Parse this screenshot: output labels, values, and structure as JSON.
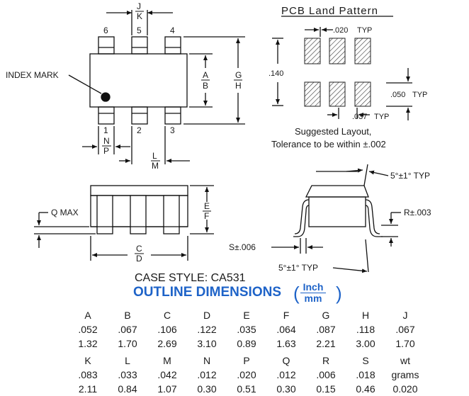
{
  "pcb": {
    "title": "PCB Land Pattern",
    "dim_020": ".020",
    "typ": "TYP",
    "dim_140": ".140",
    "dim_050": ".050",
    "dim_037": ".037",
    "caption_line1": "Suggested Layout,",
    "caption_line2": "Tolerance to be within ±.002"
  },
  "top_view": {
    "index_mark": "INDEX MARK",
    "pins_top": [
      "6",
      "5",
      "4"
    ],
    "pins_bottom": [
      "1",
      "2",
      "3"
    ],
    "dim_jk": [
      "J",
      "K"
    ],
    "dim_ab": [
      "A",
      "B"
    ],
    "dim_gh": [
      "G",
      "H"
    ],
    "dim_np": [
      "N",
      "P"
    ],
    "dim_lm": [
      "L",
      "M"
    ]
  },
  "front_view": {
    "q_max": "Q  MAX",
    "dim_ef": [
      "E",
      "F"
    ],
    "dim_cd": [
      "C",
      "D"
    ]
  },
  "side_view": {
    "angle_top": "5°±1°  TYP",
    "r_label": "R±.003",
    "s_label": "S±.006",
    "angle_bottom": "5°±1°  TYP"
  },
  "case_style": "CASE STYLE: CA531",
  "outline_title": "OUTLINE DIMENSIONS",
  "units": {
    "top": "Inch",
    "bottom": "mm"
  },
  "table": {
    "row1_headers": [
      "A",
      "B",
      "C",
      "D",
      "E",
      "F",
      "G",
      "H",
      "J"
    ],
    "row1_inch": [
      ".052",
      ".067",
      ".106",
      ".122",
      ".035",
      ".064",
      ".087",
      ".118",
      ".067"
    ],
    "row1_mm": [
      "1.32",
      "1.70",
      "2.69",
      "3.10",
      "0.89",
      "1.63",
      "2.21",
      "3.00",
      "1.70"
    ],
    "row2_headers": [
      "K",
      "L",
      "M",
      "N",
      "P",
      "Q",
      "R",
      "S",
      "wt"
    ],
    "row2_inch": [
      ".083",
      ".033",
      ".042",
      ".012",
      ".020",
      ".012",
      ".006",
      ".018",
      "grams"
    ],
    "row2_mm": [
      "2.11",
      "0.84",
      "1.07",
      "0.30",
      "0.51",
      "0.30",
      "0.15",
      "0.46",
      "0.020"
    ]
  }
}
